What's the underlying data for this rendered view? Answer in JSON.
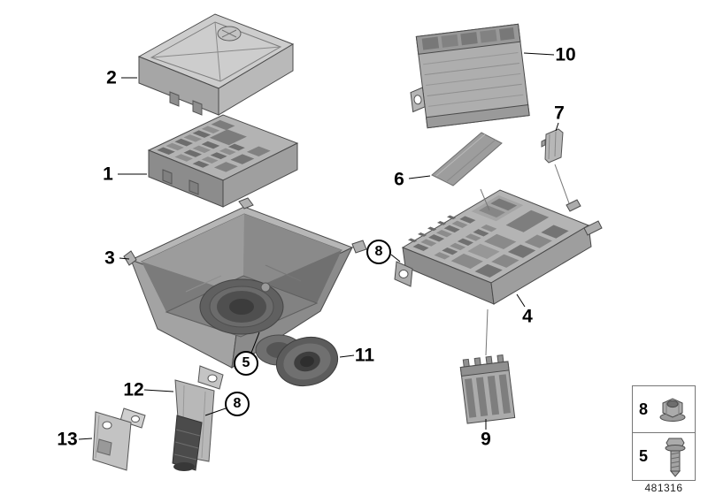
{
  "diagram": {
    "part_number": "481316",
    "colors": {
      "background": "#ffffff",
      "line": "#000000"
    },
    "callouts": [
      {
        "label": "2",
        "style": "plain"
      },
      {
        "label": "1",
        "style": "plain"
      },
      {
        "label": "3",
        "style": "plain"
      },
      {
        "label": "5",
        "style": "circled"
      },
      {
        "label": "8",
        "style": "circled"
      },
      {
        "label": "11",
        "style": "plain"
      },
      {
        "label": "12",
        "style": "plain"
      },
      {
        "label": "13",
        "style": "plain"
      },
      {
        "label": "10",
        "style": "plain"
      },
      {
        "label": "7",
        "style": "plain"
      },
      {
        "label": "6",
        "style": "plain"
      },
      {
        "label": "8",
        "style": "circled"
      },
      {
        "label": "4",
        "style": "plain"
      },
      {
        "label": "9",
        "style": "plain"
      }
    ],
    "legend": {
      "rows": [
        {
          "label": "8",
          "icon": "flange-nut-icon"
        },
        {
          "label": "5",
          "icon": "hex-bolt-icon"
        }
      ]
    }
  }
}
